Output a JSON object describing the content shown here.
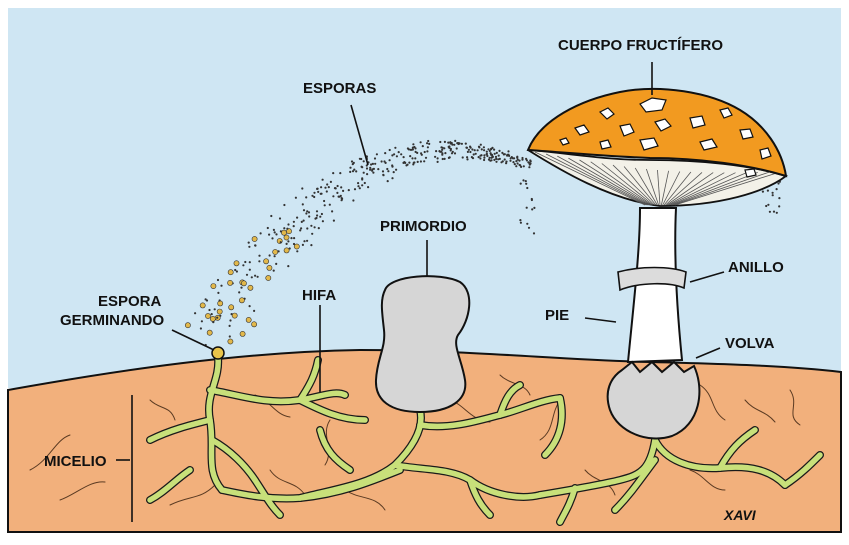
{
  "labels": {
    "esporas": "ESPORAS",
    "cuerpo": "CUERPO FRUCTÍFERO",
    "primordio": "PRIMORDIO",
    "anillo": "ANILLO",
    "espora_line1": "ESPORA",
    "espora_line2": "GERMINANDO",
    "hifa": "HIFA",
    "pie": "PIE",
    "volva": "VOLVA",
    "micelio": "MICELIO",
    "signature": "XAVI"
  },
  "colors": {
    "sky": "#cfe6f3",
    "soil": "#f2b07c",
    "cap": "#f29a20",
    "gills": "#f3f1e8",
    "stem": "#ffffff",
    "primordio": "#d6d6d6",
    "hypha": "#c8e07a"
  }
}
